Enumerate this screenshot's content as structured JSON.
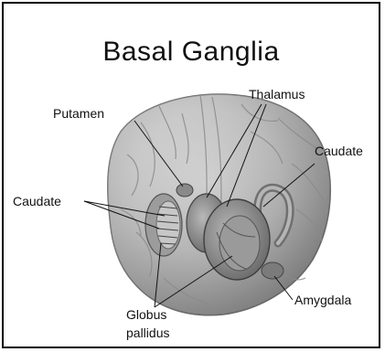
{
  "diagram": {
    "title": "Basal Ganglia",
    "labels": {
      "putamen": "Putamen",
      "thalamus": "Thalamus",
      "caudate_right": "Caudate",
      "caudate_left": "Caudate",
      "globus_line1": "Globus",
      "globus_line2": "pallidus",
      "amygdala": "Amygdala"
    }
  }
}
